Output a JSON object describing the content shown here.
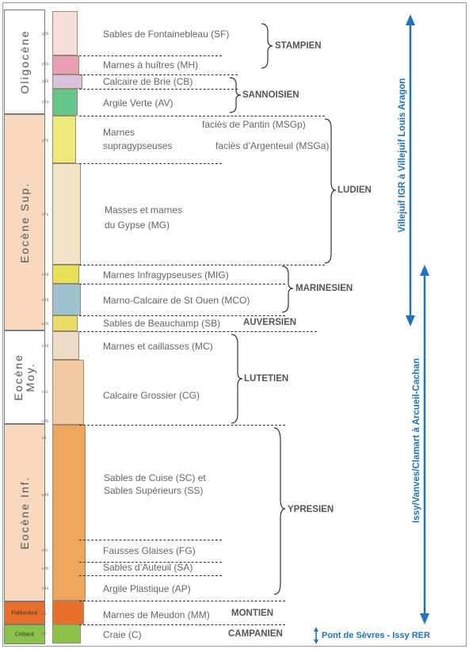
{
  "eras": {
    "oligocene": "Oligocène",
    "eocene_sup": "Eocène Sup.",
    "eocene_moy": "Eocène\nMoy.",
    "eocene_inf": "Eocène Inf.",
    "paleocene": "Paléocène",
    "cretace": "Crétacé"
  },
  "layers": {
    "sf": "Sables de Fontainebleau (SF)",
    "mh": "Marnes à huîtres (MH)",
    "cb": "Calcaire de Brie (CB)",
    "av": "Argile Verte (AV)",
    "msg_a": "Marnes",
    "msg_b": "supragypseuses",
    "msgp": "faciès de Pantin (MSGp)",
    "msga": "faciès d’Argenteuil (MSGa)",
    "mg_a": "Masses et marnes",
    "mg_b": "du Gypse (MG)",
    "mig": "Marnes Infragypseuses (MIG)",
    "mco": "Marno-Calcaire de St Ouen (MCO)",
    "sb": "Sables de Beauchamp (SB)",
    "mc": "Marnes et caillasses (MC)",
    "cg": "Calcaire Grossier (CG)",
    "sc_a": "Sables de Cuise (SC) et",
    "sc_b": "Sables Supérieurs (SS)",
    "fg": "Fausses Glaises (FG)",
    "sa": "Sables d’Auteuil (SA)",
    "ap": "Argile Plastique (AP)",
    "mm": "Marnes de Meudon (MM)",
    "c": "Craie (C)"
  },
  "stages": {
    "stampien": "STAMPIEN",
    "sannoisien": "SANNOISIEN",
    "ludien": "LUDIEN",
    "marinesien": "MARINESIEN",
    "auversien": "AUVERSIEN",
    "lutetien": "LUTETIEN",
    "ypresien": "YPRESIEN",
    "montien": "MONTIEN",
    "campanien": "CAMPANIEN"
  },
  "routes": {
    "villejuif": "Villejuif  IGR à Villejuif Louis Aragon",
    "issy": "Issy/Vanves/Clamart à Arcueil-Cachan",
    "pont": "Pont de Sèvres - Issy RER"
  },
  "codes": {
    "sf": "g2b",
    "mh": "g1a",
    "cb": "g1b",
    "av": "g1a",
    "msg": "e7b",
    "mg": "e7a",
    "mig": "e6d",
    "mco": "e6d",
    "sb": "e6b",
    "mc": "e5d",
    "cg": "e5c",
    "cgb": "e5b",
    "top_inf": "e4",
    "sc": "e4d",
    "fg": "e3c",
    "sa": "e3b",
    "ap": "e3a",
    "mm": "e1",
    "c": "c6"
  },
  "colors": {
    "route_blue": "#1e73be",
    "eocene_band": "#f8d9bf",
    "sf": "#f6dcdc",
    "mh": "#e9a0b4",
    "cb": "#d9c3dc",
    "av": "#63c58a",
    "msg": "#eeea7a",
    "mg": "#f1e3c8",
    "mig": "#e7e05a",
    "mco": "#9fc2cf",
    "sb": "#e9dc66",
    "mc": "#ecdcc8",
    "cg": "#f2c8a2",
    "ypresien": "#f0a55d",
    "paleocene": "#e86f2a",
    "cretace": "#8bc34a"
  }
}
